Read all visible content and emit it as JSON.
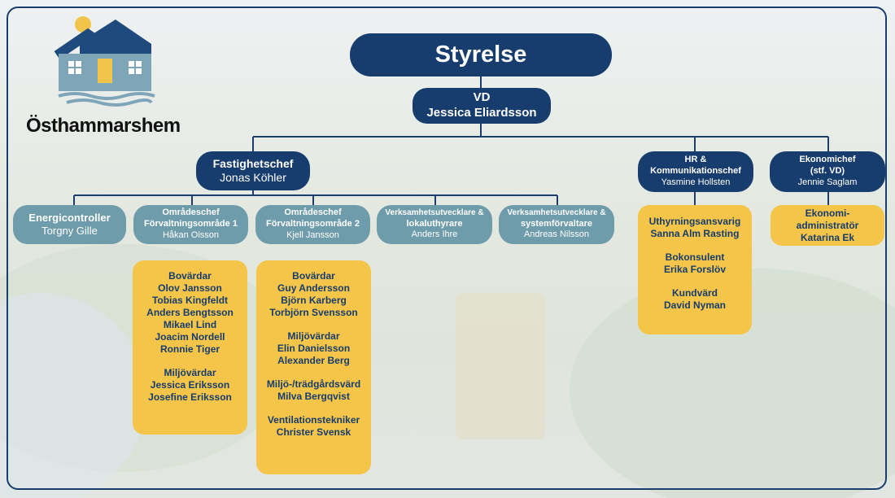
{
  "brand": {
    "name": "Östhammarshem"
  },
  "board": {
    "title": "Styrelse"
  },
  "ceo": {
    "role": "VD",
    "name": "Jessica Eliardsson"
  },
  "property_manager": {
    "role": "Fastighetschef",
    "name": "Jonas Köhler"
  },
  "hr": {
    "role_line1": "HR &",
    "role_line2": "Kommunikationschef",
    "name": "Yasmine Hollsten"
  },
  "finance": {
    "role_line1": "Ekonomichef",
    "role_line2": "(stf. VD)",
    "name": "Jennie Saglam"
  },
  "energy": {
    "role": "Energicontroller",
    "name": "Torgny Gille"
  },
  "area1": {
    "role_line1": "Områdeschef",
    "role_line2": "Förvaltningsområde 1",
    "name": "Håkan Olsson"
  },
  "area2": {
    "role_line1": "Områdeschef",
    "role_line2": "Förvaltningsområde 2",
    "name": "Kjell Jansson"
  },
  "dev1": {
    "role_line1": "Verksamhetsutvecklare &",
    "role_line2": "lokaluthyrare",
    "name": "Anders Ihre"
  },
  "dev2": {
    "role_line1": "Verksamhetsutvecklare &",
    "role_line2": "systemförvaltare",
    "name": "Andreas Nilsson"
  },
  "area1_team": {
    "group1_title": "Bovärdar",
    "group1_members": [
      "Olov Jansson",
      "Tobias Kingfeldt",
      "Anders Bengtsson",
      "Mikael Lind",
      "Joacim Nordell",
      "Ronnie Tiger"
    ],
    "group2_title": "Miljövärdar",
    "group2_members": [
      "Jessica Eriksson",
      "Josefine Eriksson"
    ]
  },
  "area2_team": {
    "group1_title": "Bovärdar",
    "group1_members": [
      "Guy Andersson",
      "Björn Karberg",
      "Torbjörn Svensson"
    ],
    "group2_title": "Miljövärdar",
    "group2_members": [
      "Elin Danielsson",
      "Alexander Berg"
    ],
    "group3_title": "Miljö-/trädgårdsvärd",
    "group3_members": [
      "Milva Bergqvist"
    ],
    "group4_title": "Ventilationstekniker",
    "group4_members": [
      "Christer Svensk"
    ]
  },
  "hr_team": {
    "group1_title": "Uthyrningsansvarig",
    "group1_members": [
      "Sanna Alm Rasting"
    ],
    "group2_title": "Bokonsulent",
    "group2_members": [
      "Erika Forslöv"
    ],
    "group3_title": "Kundvärd",
    "group3_members": [
      "David Nyman"
    ]
  },
  "finance_team": {
    "role_line1": "Ekonomi-",
    "role_line2": "administratör",
    "name": "Katarina Ek"
  },
  "colors": {
    "navy": "#173c6e",
    "teal": "#6e9cab",
    "gold": "#f4c548",
    "logo_blue": "#1e4a7e",
    "logo_wall": "#7ea6b8",
    "logo_sun": "#f2c54a"
  }
}
